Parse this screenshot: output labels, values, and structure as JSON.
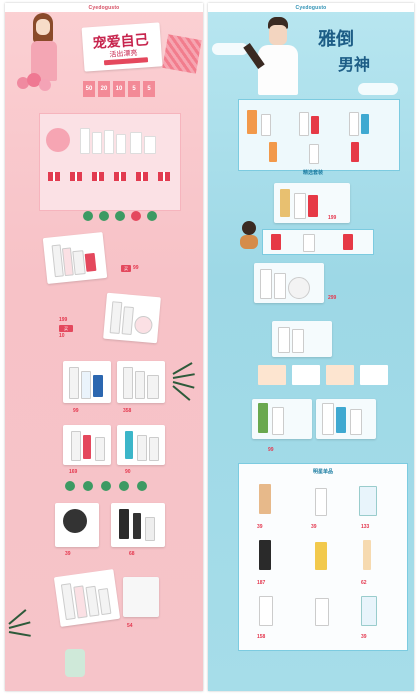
{
  "brand": {
    "logo": "Cyedogusto",
    "accent_pink": "#e4485d",
    "accent_blue": "#3fa9d1"
  },
  "left": {
    "hero_title_line1": "宠爱自己",
    "hero_title_line2": "活出漂亮",
    "coupons": [
      "50",
      "20",
      "10",
      "5",
      "5"
    ],
    "prices": [
      "99",
      "199",
      "10",
      "99",
      "358",
      "169",
      "90",
      "39",
      "68",
      "54"
    ]
  },
  "right": {
    "hero_title_line1": "雅倒",
    "hero_title_line2": "男神",
    "section_title": "精选套装",
    "section_title_2": "明星单品",
    "prices": [
      "199",
      "299",
      "99",
      "39",
      "39",
      "133",
      "187",
      "62",
      "158",
      "39"
    ]
  }
}
